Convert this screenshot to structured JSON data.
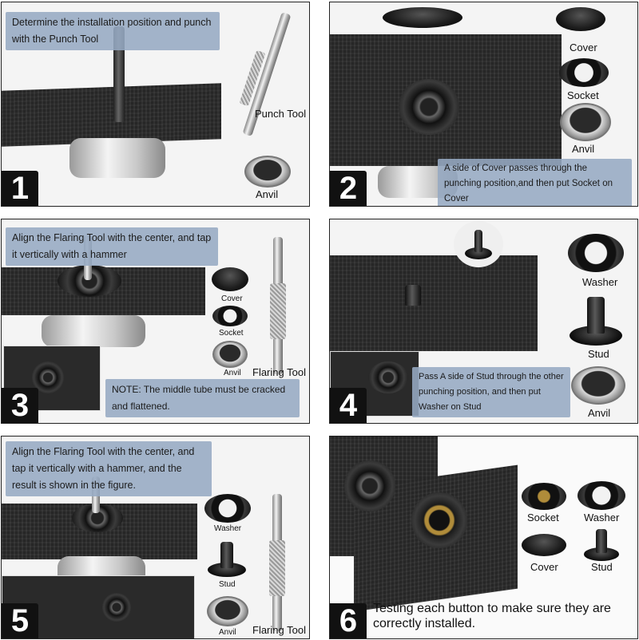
{
  "panels": [
    {
      "number": "1",
      "caption": "Determine the installation position and punch with the Punch Tool",
      "labels": {
        "punch_tool": "Punch Tool",
        "anvil": "Anvil"
      }
    },
    {
      "number": "2",
      "caption": "A side of Cover passes through the punching position,and then put Socket on Cover",
      "labels": {
        "cover": "Cover",
        "socket": "Socket",
        "anvil": "Anvil"
      }
    },
    {
      "number": "3",
      "caption": "Align the Flaring Tool with the center, and tap it vertically with a hammer",
      "note": "NOTE: The middle tube must be cracked and flattened.",
      "labels": {
        "cover": "Cover",
        "socket": "Socket",
        "anvil": "Anvil",
        "flaring_tool": "Flaring Tool"
      }
    },
    {
      "number": "4",
      "caption": "Pass A side of Stud through the other punching position, and then put Washer on Stud",
      "labels": {
        "washer": "Washer",
        "stud": "Stud",
        "anvil": "Anvil"
      }
    },
    {
      "number": "5",
      "caption": "Align the Flaring Tool with the center, and tap it vertically with a hammer, and the result is shown in the figure.",
      "labels": {
        "washer": "Washer",
        "stud": "Stud",
        "anvil": "Anvil",
        "flaring_tool": "Flaring Tool"
      }
    },
    {
      "number": "6",
      "caption": "Testing each button to make sure they are correctly installed.",
      "labels": {
        "socket": "Socket",
        "washer": "Washer",
        "cover": "Cover",
        "stud": "Stud"
      }
    }
  ]
}
